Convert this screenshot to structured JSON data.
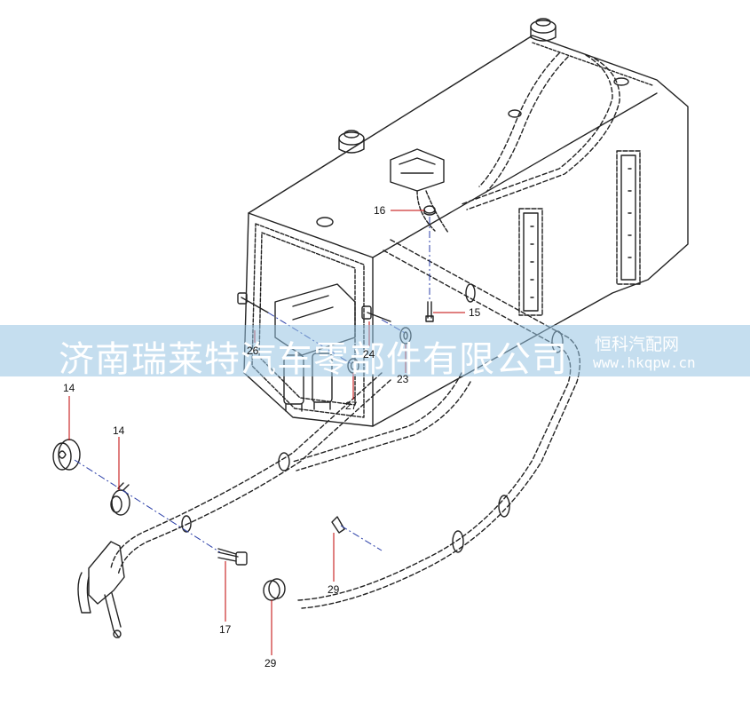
{
  "callouts": {
    "c14a": "14",
    "c14b": "14",
    "c15": "15",
    "c16": "16",
    "c17": "17",
    "c23": "23",
    "c24": "24",
    "c26": "26",
    "c27": "27",
    "c29a": "29",
    "c29b": "29"
  },
  "watermark": {
    "main": "济南瑞莱特汽车零部件有限公司",
    "brand": "恒科汽配网",
    "url": "www.hkqpw.cn"
  },
  "colors": {
    "line": "#222222",
    "watermark_band": "#96c3e1",
    "leader": "#c00000"
  }
}
